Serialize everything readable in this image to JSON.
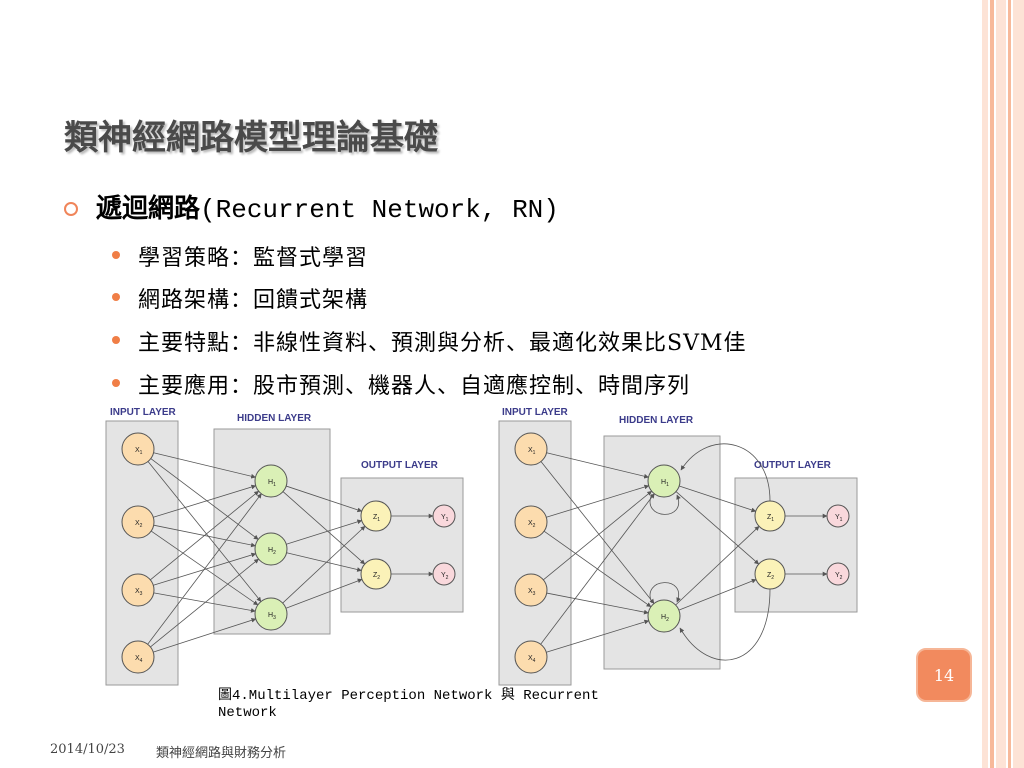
{
  "slide": {
    "title": "類神經網路模型理論基礎",
    "bullet_main_cjk": "遞迴網路",
    "bullet_main_en": "(Recurrent Network, RN)",
    "sub_bullets": [
      "學習策略：監督式學習",
      "網路架構：回饋式架構",
      "主要特點：非線性資料、預測與分析、最適化效果比SVM佳",
      "主要應用：股市預測、機器人、自適應控制、時間序列"
    ],
    "caption": "圖4.Multilayer Perception Network 與 Recurrent Network",
    "page_number": "14",
    "footer_date": "2014/10/23",
    "footer_title": "類神經網路與財務分析"
  },
  "diagram": {
    "layer_labels": {
      "input": "INPUT LAYER",
      "hidden": "HIDDEN LAYER",
      "output": "OUTPUT LAYER"
    },
    "mlp": {
      "inputs": [
        "X1",
        "X2",
        "X3",
        "X4"
      ],
      "hidden": [
        "H1",
        "H2",
        "H3"
      ],
      "outputs": [
        "Z1",
        "Z2"
      ],
      "results": [
        "Y1",
        "Y2"
      ]
    },
    "rnn": {
      "inputs": [
        "X1",
        "X2",
        "X3",
        "X4"
      ],
      "hidden": [
        "H1",
        "H2"
      ],
      "outputs": [
        "Z1",
        "Z2"
      ],
      "results": [
        "Y1",
        "Y2"
      ]
    }
  },
  "colors": {
    "accent": "#f28a5e",
    "stripe_light": "#fde3d6",
    "stripe_mid": "#f9c3a8",
    "input_node": "#fcdcae",
    "hidden_node": "#daf0b6",
    "output_node": "#fbf2b8",
    "result_node": "#f9d8dc",
    "layer_box": "#e4e4e4"
  }
}
